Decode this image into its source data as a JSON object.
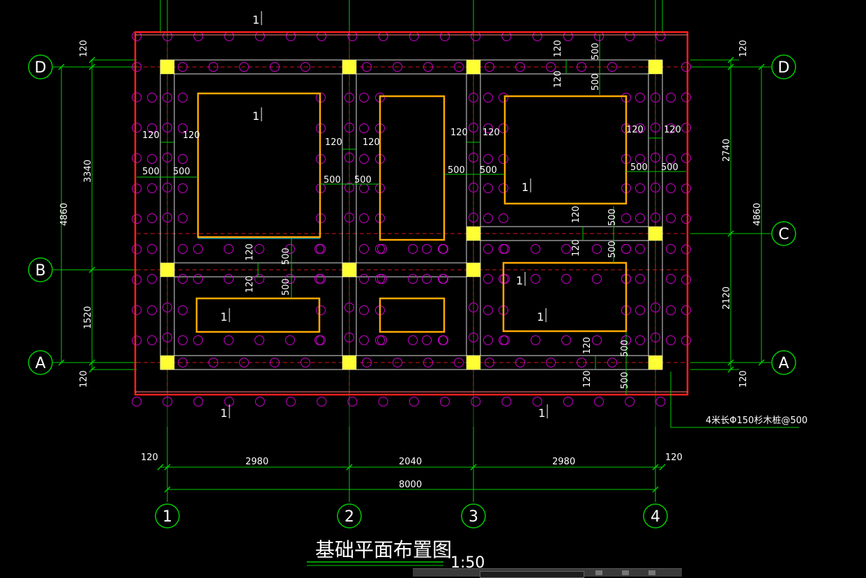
{
  "drawing": {
    "title": "基础平面布置图",
    "scale": "1:50",
    "pile_note": "4米长Φ150杉木桩@500",
    "section_mark": "1"
  },
  "axes": {
    "vertical": [
      "1",
      "2",
      "3",
      "4"
    ],
    "horizontal": [
      "D",
      "C",
      "B",
      "A"
    ]
  },
  "dimensions": {
    "bottom_spans": [
      "2980",
      "2040",
      "2980"
    ],
    "bottom_total": "8000",
    "edge_offset": "120",
    "left_spans": [
      "3340",
      "1520"
    ],
    "left_total": "4860",
    "right_spans": [
      "2740",
      "2120"
    ],
    "right_total": "4860",
    "wall_half": "120",
    "pile_margin": "500"
  },
  "colors": {
    "background": "#000000",
    "slab_edge": "#ff2020",
    "grid_line": "#00cc00",
    "pile_circle": "#cc00cc",
    "column": "#ffff33",
    "opening": "#ffaa00",
    "wall_line": "#dddddd",
    "axis_dash": "#ff2020"
  },
  "taskbar": {
    "controls": [
      "minimize-icon",
      "restore-icon",
      "close-icon"
    ]
  }
}
